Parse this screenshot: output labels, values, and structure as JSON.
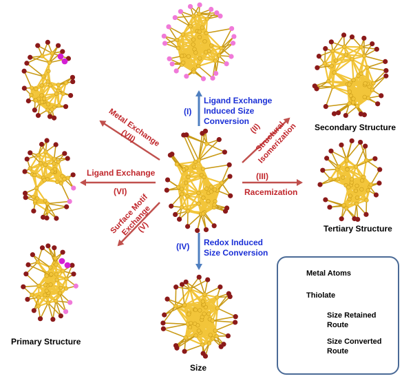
{
  "structure_labels": {
    "secondary": "Secondary Structure",
    "tertiary": "Tertiary Structure",
    "primary": "Primary Structure",
    "size": "Size"
  },
  "routes": {
    "I": {
      "numeral": "(I)",
      "line1": "Ligand Exchange",
      "line2": "Induced Size",
      "line3": "Conversion"
    },
    "II": {
      "numeral": "(II)",
      "line1": "Structural",
      "line2": "Isomerization"
    },
    "III": {
      "numeral": "(III)",
      "label": "Racemization"
    },
    "IV": {
      "numeral": "(IV)",
      "line1": "Redox Induced",
      "line2": "Size Conversion"
    },
    "V": {
      "numeral": "(V)",
      "line1": "Surface Motif",
      "line2": "Exchange"
    },
    "VI": {
      "numeral": "(VI)",
      "label": "Ligand Exchange"
    },
    "VII": {
      "numeral": "(VII)",
      "line1": "Metal Exchange"
    }
  },
  "legend": {
    "metal_atoms": "Metal Atoms",
    "thiolate": "Thiolate",
    "size_retained_line1": "Size Retained",
    "size_retained_line2": "Route",
    "size_converted_line1": "Size Converted",
    "size_converted_line2": "Route"
  },
  "colors": {
    "gold": "#f2c53a",
    "gold_dark": "#c99a16",
    "thiolate": "#8b1a1a",
    "pink": "#f07ad9",
    "magenta": "#d41fd4",
    "blue_arrow": "#4f7fc0",
    "red_arrow": "#c0504d",
    "blue_text": "#1a2fd6",
    "red_text": "#c0262b"
  }
}
